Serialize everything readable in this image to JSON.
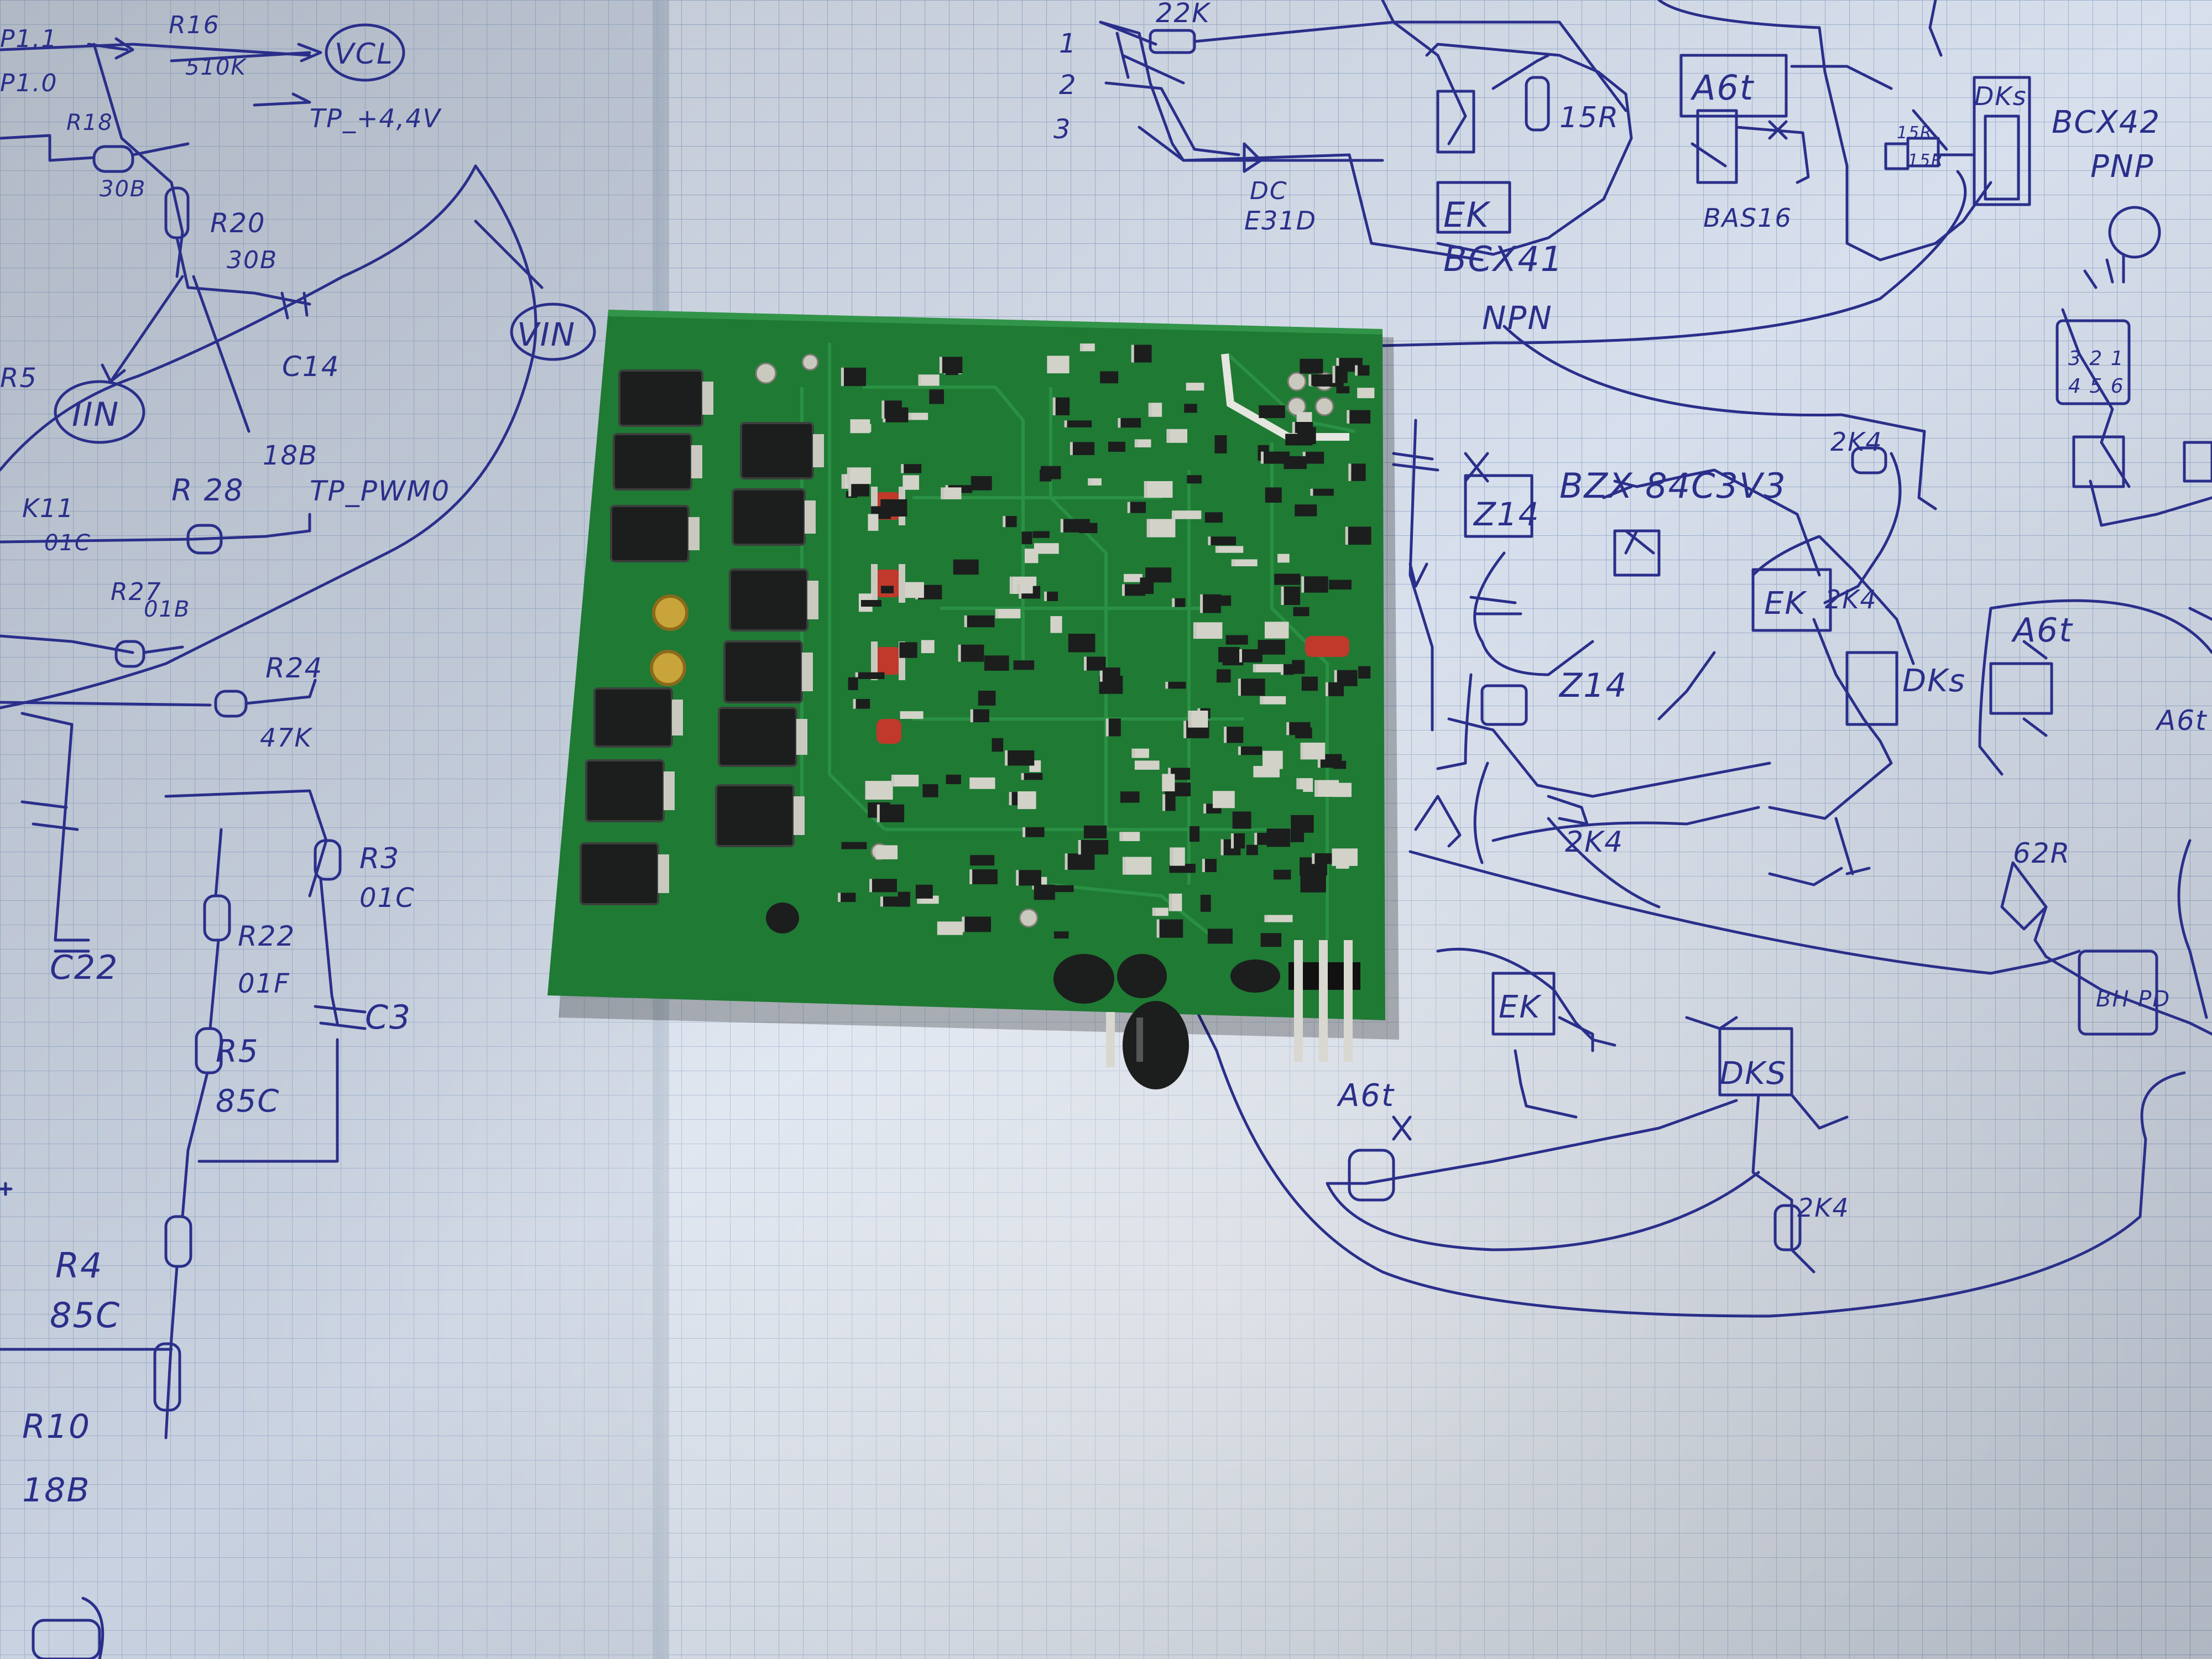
{
  "colors": {
    "paper_left": "#c9d2e0",
    "paper_right": "#d7dfec",
    "grid": "#9fb2cf",
    "ink": "#2a2f8a",
    "pcb": "#1f7a34",
    "pcb_dark": "#15602a",
    "copper_pad": "#c9c9c0",
    "component_black": "#1b1e1c",
    "diode_red": "#c0392b",
    "gold": "#c9a43a"
  },
  "labels": {
    "left": [
      {
        "id": "r16",
        "text": "R16"
      },
      {
        "id": "r16v",
        "text": "510K"
      },
      {
        "id": "vcl",
        "text": "VCL"
      },
      {
        "id": "tp44",
        "text": "TP_+4,4V"
      },
      {
        "id": "p11",
        "text": "P1.1"
      },
      {
        "id": "p10",
        "text": "P1.0"
      },
      {
        "id": "r18",
        "text": "R18"
      },
      {
        "id": "r18v",
        "text": "30B"
      },
      {
        "id": "r20",
        "text": "R20"
      },
      {
        "id": "r20v",
        "text": "30B"
      },
      {
        "id": "c14",
        "text": "C14"
      },
      {
        "id": "r5a",
        "text": "R5"
      },
      {
        "id": "iin",
        "text": "IIN"
      },
      {
        "id": "vin",
        "text": "VIN"
      },
      {
        "id": "v18b",
        "text": "18B"
      },
      {
        "id": "r28",
        "text": "R 28"
      },
      {
        "id": "tppwm",
        "text": "TP_PWM0"
      },
      {
        "id": "k11",
        "text": "K11"
      },
      {
        "id": "v01c",
        "text": "01C"
      },
      {
        "id": "r27",
        "text": "R27"
      },
      {
        "id": "r27v",
        "text": "01B"
      },
      {
        "id": "r24",
        "text": "R24"
      },
      {
        "id": "r24v",
        "text": "47K"
      },
      {
        "id": "r3",
        "text": "R3"
      },
      {
        "id": "r3v",
        "text": "01C"
      },
      {
        "id": "r22",
        "text": "R22"
      },
      {
        "id": "r22v",
        "text": "01F"
      },
      {
        "id": "c22",
        "text": "C22"
      },
      {
        "id": "c3",
        "text": "C3"
      },
      {
        "id": "r5",
        "text": "R5"
      },
      {
        "id": "r5v",
        "text": "85C"
      },
      {
        "id": "r4",
        "text": "R4"
      },
      {
        "id": "r4v",
        "text": "85C"
      },
      {
        "id": "r10",
        "text": "R10"
      },
      {
        "id": "r10v",
        "text": "18B"
      }
    ],
    "right": [
      {
        "id": "p1",
        "text": "1"
      },
      {
        "id": "p2",
        "text": "2"
      },
      {
        "id": "p3",
        "text": "3"
      },
      {
        "id": "r22k",
        "text": "22K"
      },
      {
        "id": "dc",
        "text": "DC"
      },
      {
        "id": "e31d",
        "text": "E31D"
      },
      {
        "id": "r15r",
        "text": "15R"
      },
      {
        "id": "ek1",
        "text": "EK"
      },
      {
        "id": "bcx41",
        "text": "BCX41"
      },
      {
        "id": "npn",
        "text": "NPN"
      },
      {
        "id": "a6t1",
        "text": "A6t"
      },
      {
        "id": "bas16",
        "text": "BAS16"
      },
      {
        "id": "r15r2",
        "text": "15R"
      },
      {
        "id": "r15r3",
        "text": "15R"
      },
      {
        "id": "dks1",
        "text": "DKs"
      },
      {
        "id": "bcx42",
        "text": "BCX42"
      },
      {
        "id": "pnp",
        "text": "PNP"
      },
      {
        "id": "z14a",
        "text": "Z14"
      },
      {
        "id": "bzx",
        "text": "BZX 84C3V3"
      },
      {
        "id": "r2k4a",
        "text": "2K4"
      },
      {
        "id": "ek2",
        "text": "EK"
      },
      {
        "id": "r2k4b",
        "text": "2K4"
      },
      {
        "id": "z14b",
        "text": "Z14"
      },
      {
        "id": "dks2",
        "text": "DKs"
      },
      {
        "id": "a6t2",
        "text": "A6t"
      },
      {
        "id": "a6t3",
        "text": "A6t"
      },
      {
        "id": "r2k4c",
        "text": "2K4"
      },
      {
        "id": "r62r",
        "text": "62R"
      },
      {
        "id": "ek3",
        "text": "EK"
      },
      {
        "id": "dks3",
        "text": "DKS"
      },
      {
        "id": "a6t4",
        "text": "A6t"
      },
      {
        "id": "r2k4d",
        "text": "2K4"
      },
      {
        "id": "pin321",
        "text": "3 2 1"
      },
      {
        "id": "pin456",
        "text": "4 5 6"
      },
      {
        "id": "bhp",
        "text": "BH PD"
      }
    ]
  }
}
